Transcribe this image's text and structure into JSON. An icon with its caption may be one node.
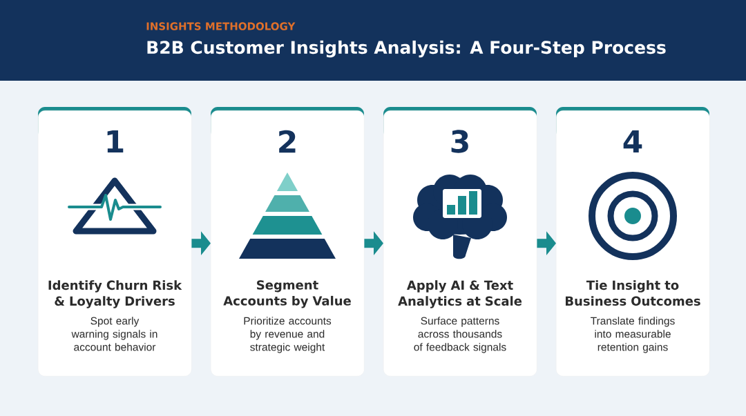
{
  "diagram": {
    "title": "B2B Customer Insights Analysis: A Four-Step Process",
    "nodes": [
      {
        "text": [
          "1",
          "Identify Churn Risk & Loyalty Drivers",
          "Spot early warning signals in account behavior"
        ]
      },
      {
        "text": [
          "2",
          "Segment Accounts by Value",
          "Prioritize accounts by revenue and strategic weight"
        ]
      },
      {
        "text": [
          "3",
          "Apply AI & Text Analytics at Scale",
          "Surface patterns across thousands of feedback signals"
        ]
      },
      {
        "text": [
          "4",
          "Tie Insight to Business Outcomes",
          "Translate findings into measurable retention gains"
        ]
      }
    ],
    "edges": [
      {
        "from": 0,
        "to": 1,
        "arrow": "to"
      },
      {
        "from": 1,
        "to": 2,
        "arrow": "to"
      },
      {
        "from": 2,
        "to": 3,
        "arrow": "to"
      }
    ],
    "labels": [
      "INSIGHTS METHODOLOGY"
    ]
  }
}
